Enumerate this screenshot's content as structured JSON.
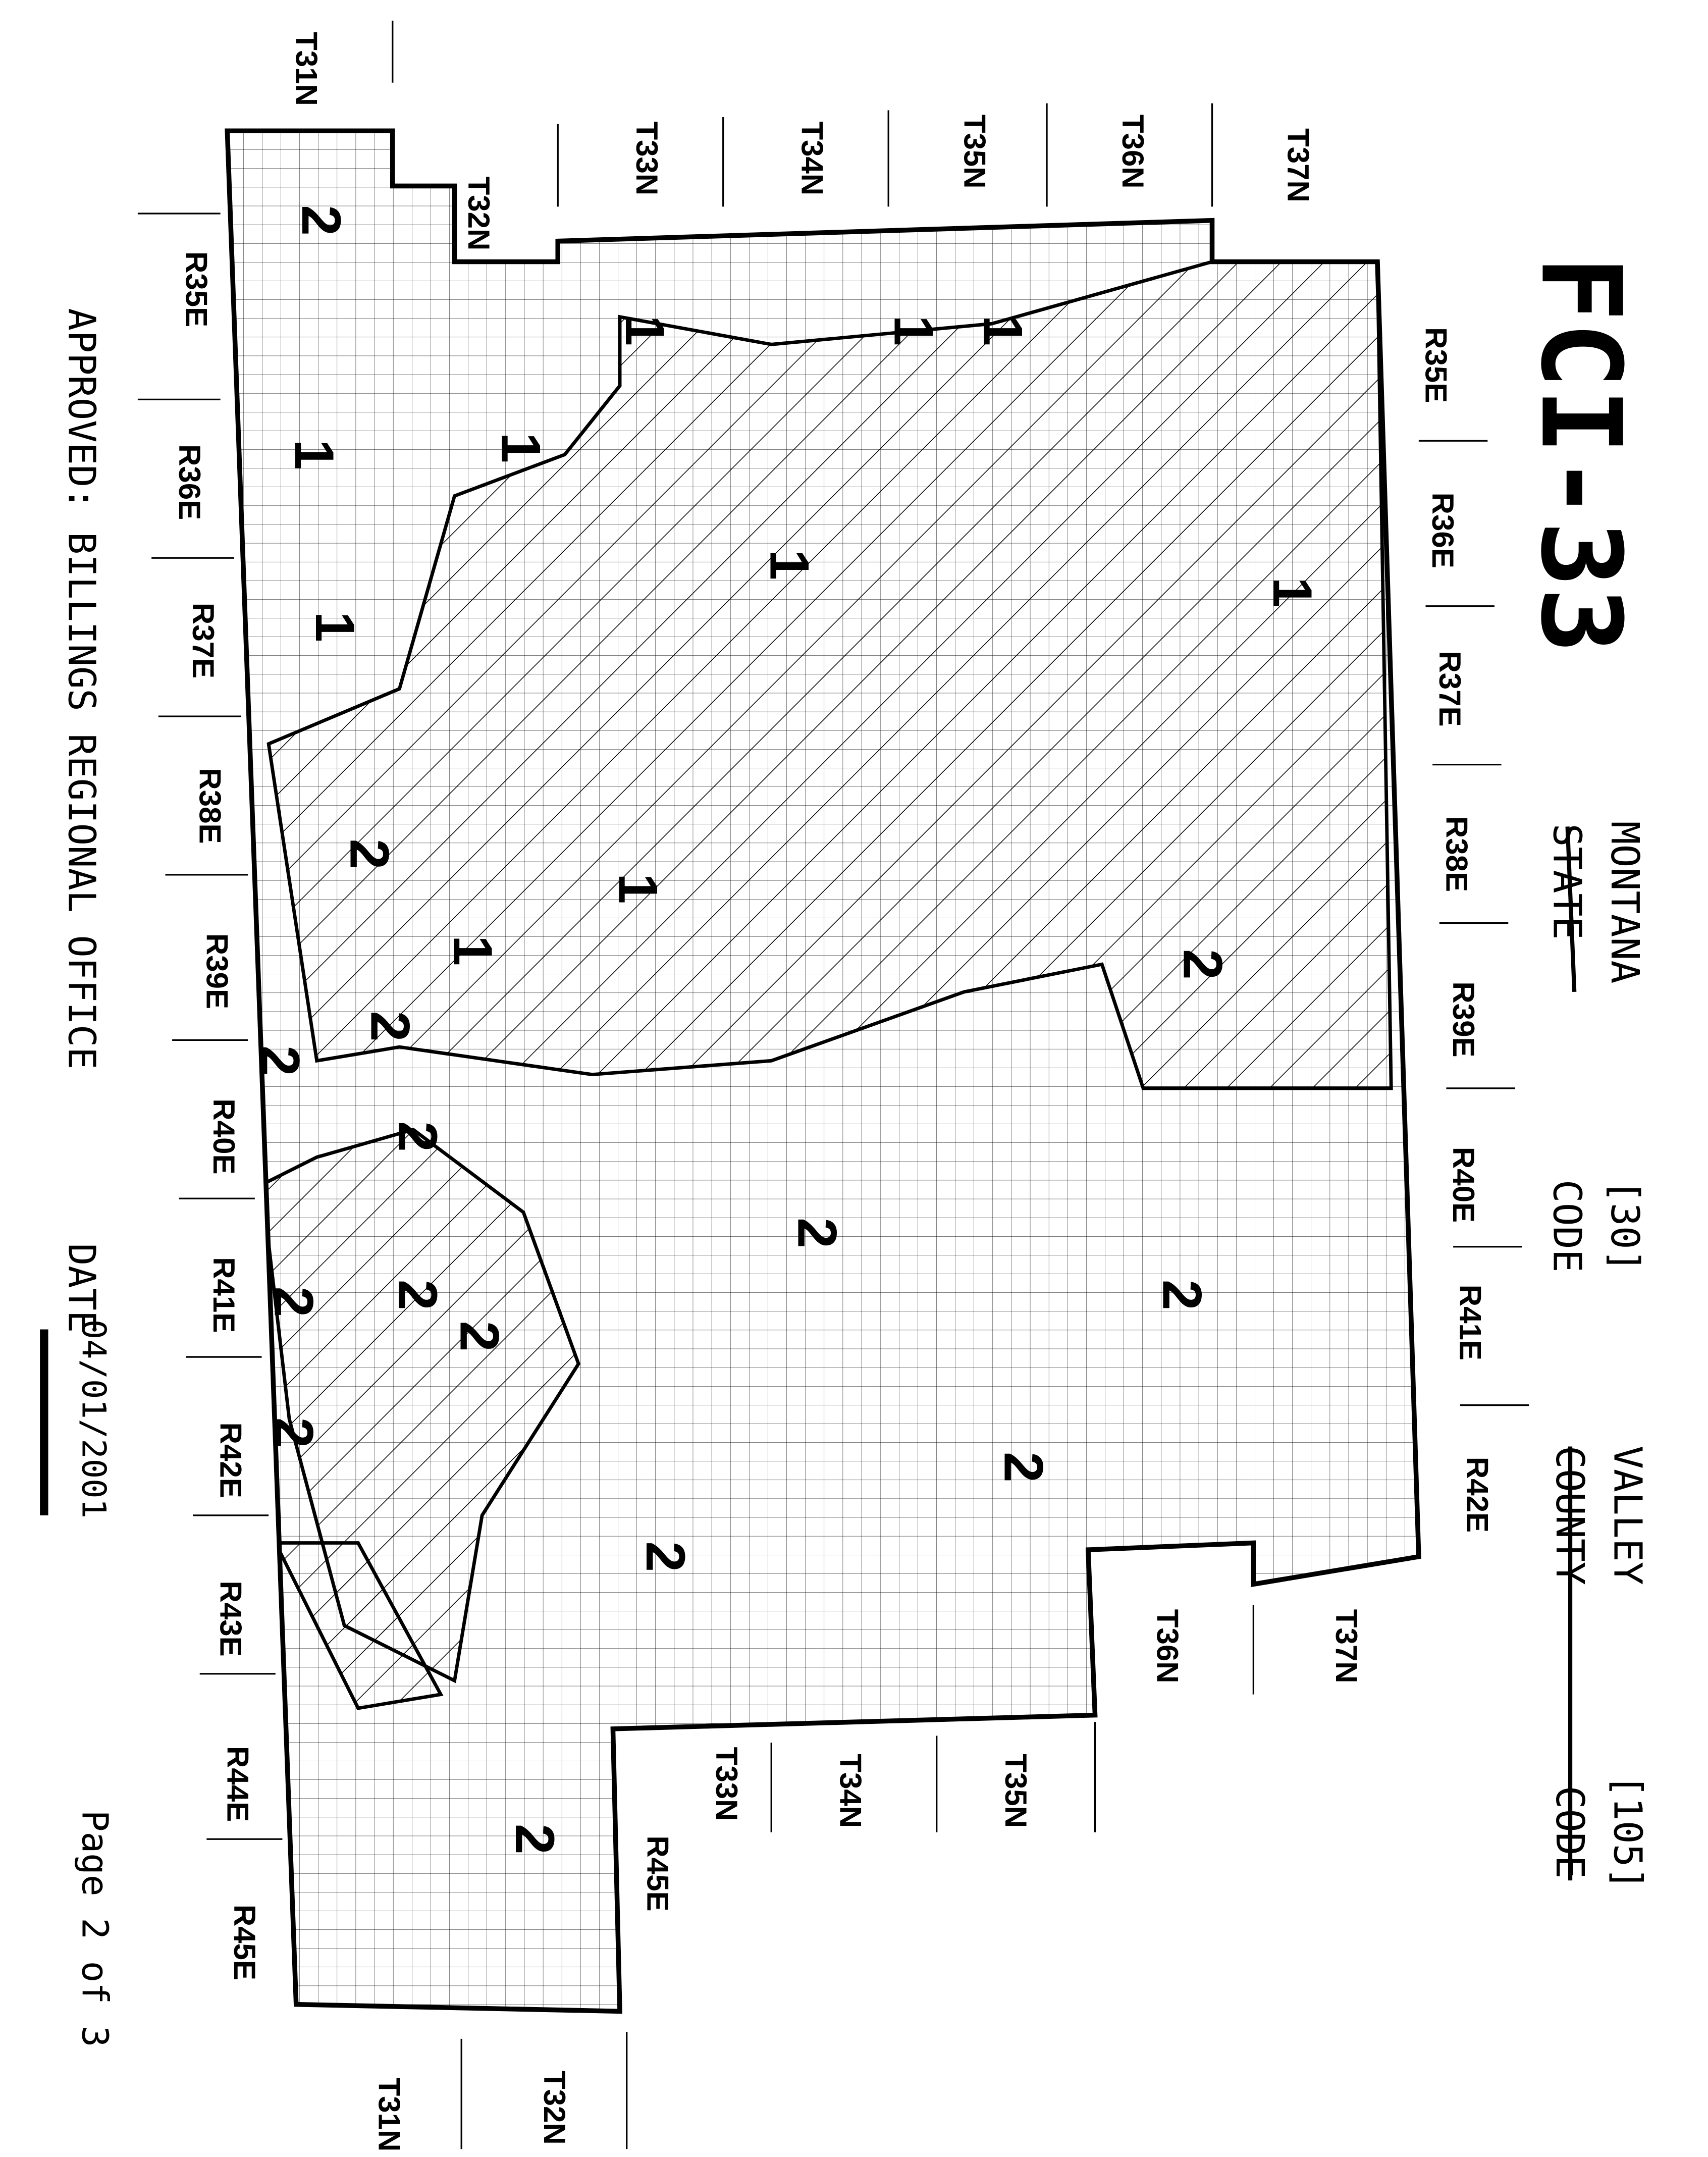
{
  "header": {
    "map_id": "FCI-33",
    "state_value": "MONTANA",
    "state_label": "STATE",
    "state_code_value": "[30]",
    "state_code_label": "CODE",
    "county_value": "VALLEY",
    "county_label": "COUNTY",
    "county_code_value": "[105]",
    "county_code_label": "CODE"
  },
  "footer": {
    "approved": "APPROVED: BILLINGS REGIONAL OFFICE",
    "date_label": "DATE",
    "date_value": "04/01/2001",
    "page": "Page 2 of 3"
  },
  "townships_top": [
    "T31N",
    "T32N",
    "T33N",
    "T34N",
    "T35N",
    "T36N",
    "T37N"
  ],
  "townships_bottom": [
    "T31N",
    "T32N",
    "T33N",
    "T34N",
    "T35N",
    "T36N",
    "T37N"
  ],
  "ranges_right": [
    "R35E",
    "R36E",
    "R37E",
    "R38E",
    "R39E",
    "R40E",
    "R41E",
    "R42E",
    "R45E"
  ],
  "ranges_left": [
    "R35E",
    "R36E",
    "R37E",
    "R38E",
    "R39E",
    "R40E",
    "R41E",
    "R42E",
    "R43E",
    "R44E",
    "R45E"
  ],
  "zone_labels": [
    "2",
    "1",
    "1",
    "1",
    "1",
    "1",
    "1",
    "1",
    "1",
    "1",
    "1",
    "2",
    "2",
    "2",
    "2",
    "2",
    "2",
    "2",
    "2",
    "2",
    "2",
    "2",
    "2",
    "2",
    "2"
  ],
  "colors": {
    "ink": "#000000",
    "paper": "#ffffff"
  }
}
